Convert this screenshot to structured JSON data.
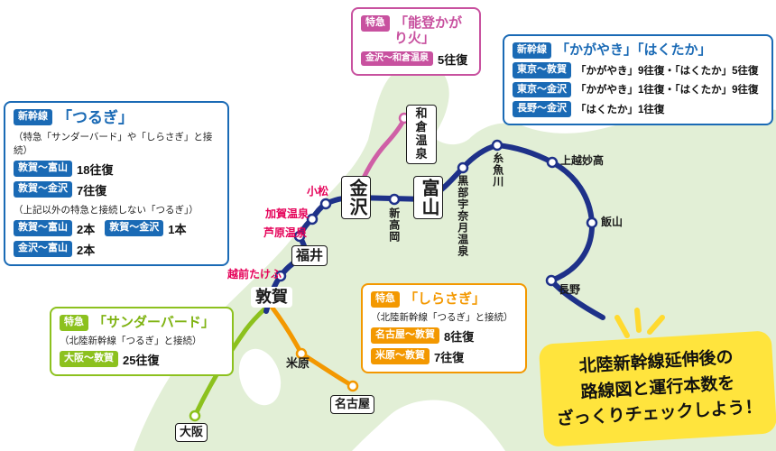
{
  "stations": {
    "wakura_onsen": "和倉温泉",
    "kanazawa": "金沢",
    "shin_takaoka": "新高岡",
    "toyama": "富山",
    "kurobe_unazuki_onsen": "黒部宇奈月温泉",
    "itoigawa": "糸魚川",
    "joetsu_myoko": "上越妙高",
    "iiyama": "飯山",
    "nagano": "長野",
    "komatsu": "小松",
    "kaga_onsen": "加賀温泉",
    "awara_onsen": "芦原温泉",
    "fukui": "福井",
    "echizen_takefu": "越前たけふ",
    "tsuruga": "敦賀",
    "maibara": "米原",
    "nagoya": "名古屋",
    "osaka": "大阪"
  },
  "boxes": {
    "tsurugi": {
      "category": "新幹線",
      "title": "「つるぎ」",
      "note1": "（特急「サンダーバード」や「しらさぎ」と接続）",
      "rows": [
        {
          "route": "敦賀〜富山",
          "value": "18往復"
        },
        {
          "route": "敦賀〜金沢",
          "value": "7往復"
        }
      ],
      "note2": "（上記以外の特急と接続しない「つるぎ」）",
      "rows2": [
        {
          "route": "敦賀〜富山",
          "value": "2本"
        },
        {
          "route": "敦賀〜金沢",
          "value": "1本"
        },
        {
          "route": "金沢〜富山",
          "value": "2本"
        }
      ]
    },
    "noto_kagaribi": {
      "category": "特急",
      "title": "「能登かがり火」",
      "rows": [
        {
          "route": "金沢〜和倉温泉",
          "value": "5往復"
        }
      ]
    },
    "kagayaki_hakutaka": {
      "category": "新幹線",
      "title": "「かがやき」「はくたか」",
      "rows": [
        {
          "route": "東京〜敦賀",
          "value": "「かがやき」9往復・「はくたか」5往復"
        },
        {
          "route": "東京〜金沢",
          "value": "「かがやき」1往復・「はくたか」9往復"
        },
        {
          "route": "長野〜金沢",
          "value": "「はくたか」1往復"
        }
      ]
    },
    "thunderbird": {
      "category": "特急",
      "title": "「サンダーバード」",
      "note1": "（北陸新幹線「つるぎ」と接続）",
      "rows": [
        {
          "route": "大阪〜敦賀",
          "value": "25往復"
        }
      ]
    },
    "shirasagi": {
      "category": "特急",
      "title": "「しらさぎ」",
      "note1": "（北陸新幹線「つるぎ」と接続）",
      "rows": [
        {
          "route": "名古屋〜敦賀",
          "value": "8往復"
        },
        {
          "route": "米原〜敦賀",
          "value": "7往復"
        }
      ]
    }
  },
  "note": {
    "line1": "北陸新幹線延伸後の",
    "line2": "路線図と運行本数を",
    "line3": "ざっくりチェックしよう！"
  },
  "colors": {
    "shinkansen_line_navy": "#1e3189",
    "nanao_line_pink": "#cf5fa6",
    "thunderbird_green": "#8cc11e",
    "shirasagi_orange": "#f39800",
    "info_blue": "#1a6ab5",
    "info_pink": "#c8519f",
    "note_yellow": "#ffe43d",
    "land_green": "#e2efd6",
    "new_station_red": "#e50058"
  }
}
